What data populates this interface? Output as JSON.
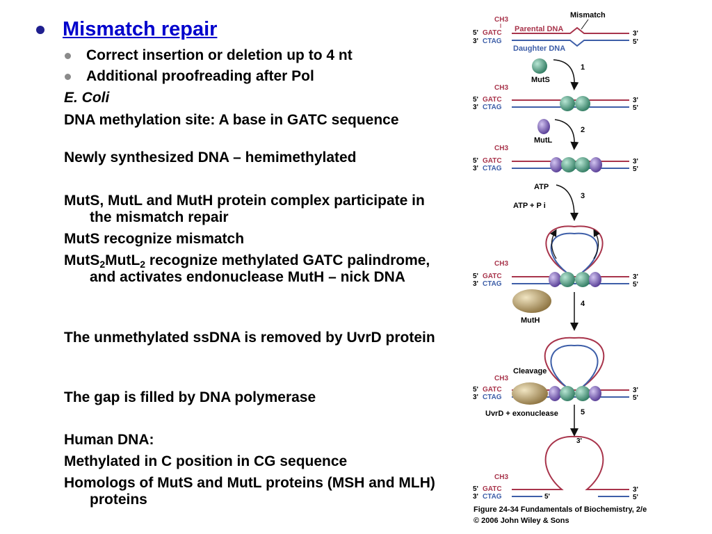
{
  "title": "Mismatch repair",
  "subbullets": [
    "Correct insertion or deletion up to 4 nt",
    "Additional proofreading after Pol"
  ],
  "lines": {
    "ecoli": "E. Coli",
    "methylation_site": "DNA methylation site: A base in GATC sequence",
    "hemimethylated": "Newly synthesized DNA – hemimethylated",
    "complex": "MutS, MutL and MutH protein complex participate in the mismatch repair",
    "recognize": "MutS recognize mismatch",
    "muts2_a": "MutS",
    "muts2_sub1": "2",
    "muts2_b": "MutL",
    "muts2_sub2": "2",
    "muts2_c": " recognize methylated GATC palindrome, and activates endonuclease MutH – nick DNA",
    "uvrd": "The unmethylated ssDNA is removed by UvrD protein",
    "gap": "The gap is filled by DNA polymerase",
    "human": "Human DNA:",
    "cg": "Methylated in C position in CG sequence",
    "homologs": "Homologs of MutS and MutL proteins (MSH and MLH) proteins"
  },
  "figure": {
    "mismatch": "Mismatch",
    "parental": "Parental DNA",
    "daughter": "Daughter DNA",
    "ch3": "CH3",
    "gatc": "GATC",
    "ctag": "CTAG",
    "end5": "5'",
    "end3": "3'",
    "muts": "MutS",
    "mutl": "MutL",
    "mutH": "MutH",
    "atp": "ATP",
    "atp_pi": "ATP + P i",
    "cleavage": "Cleavage",
    "uvrd_exo": "UvrD + exonuclease",
    "steps": [
      "1",
      "2",
      "3",
      "4",
      "5"
    ],
    "caption": "Figure 24-34  Fundamentals of Biochemistry, 2/e",
    "copyright": "© 2006 John Wiley & Sons",
    "colors": {
      "parental": "#a8344b",
      "daughter": "#3d5ea8",
      "muts": "#3f8a70",
      "mutl": "#6b4ba8",
      "muth": "#b49b62"
    }
  }
}
